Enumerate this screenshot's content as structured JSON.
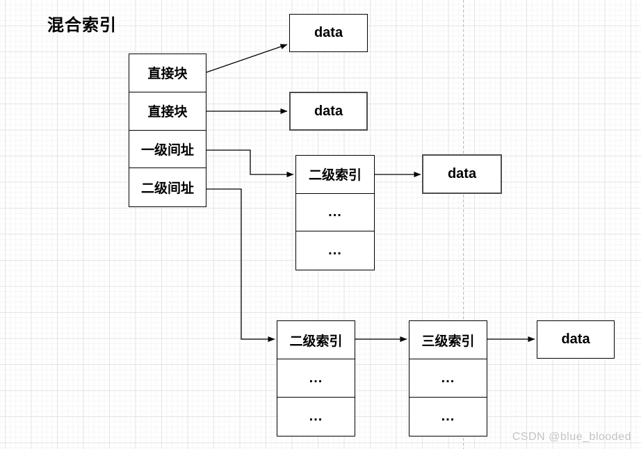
{
  "title": "混合索引",
  "watermark": "CSDN @blue_blooded",
  "inode_table": {
    "rows": [
      "直接块",
      "直接块",
      "一级间址",
      "二级间址"
    ]
  },
  "mid_secondary_index": {
    "rows": [
      "二级索引",
      "...",
      "..."
    ]
  },
  "bottom_secondary_index": {
    "rows": [
      "二级索引",
      "...",
      "..."
    ]
  },
  "bottom_tertiary_index": {
    "rows": [
      "三级索引",
      "...",
      "..."
    ]
  },
  "data_boxes": {
    "top": "data",
    "second": "data",
    "middle": "data",
    "bottom": "data"
  },
  "edges": [
    {
      "from": "直接块 (row 1)",
      "to": "data (top)"
    },
    {
      "from": "直接块 (row 2)",
      "to": "data (second)"
    },
    {
      "from": "一级间址",
      "to": "二级索引 (middle table)"
    },
    {
      "from": "二级索引 (middle table)",
      "to": "data (middle)"
    },
    {
      "from": "二级间址",
      "to": "二级索引 (bottom table)"
    },
    {
      "from": "二级索引 (bottom table)",
      "to": "三级索引"
    },
    {
      "from": "三级索引",
      "to": "data (bottom)"
    }
  ],
  "colors": {
    "box_border": "#000000",
    "thick_box_border": "#4d4d4d",
    "arrow": "#000000",
    "grid_major": "#e3e3e3",
    "grid_minor": "#f6f6f6",
    "page_divider": "#bcbcbc",
    "watermark_text": "#c3c3c3"
  }
}
